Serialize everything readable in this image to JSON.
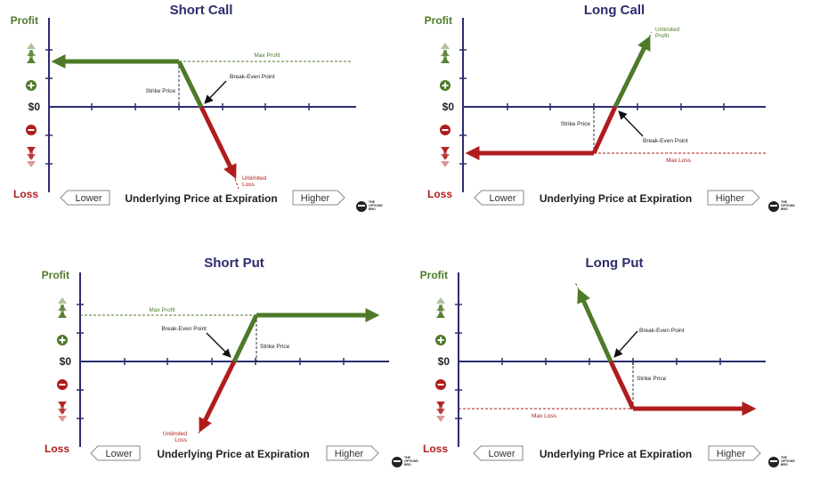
{
  "axis": {
    "profit_label": "Profit",
    "loss_label": "Loss",
    "zero_label": "$0",
    "underlying_label": "Underlying Price at Expiration",
    "lower_label": "Lower",
    "higher_label": "Higher"
  },
  "logo": {
    "line1": "THE",
    "line2": "OPTIONS",
    "line3": "BRO"
  },
  "colors": {
    "profit_green": "#4e7a28",
    "loss_red": "#b01c1c",
    "axis_navy": "#2b2d6e",
    "title_navy": "#2b2d6e"
  },
  "panels": [
    {
      "id": "short-call",
      "title": "Short Call",
      "labels": {
        "max_profit": "Max Profit",
        "strike_price": "Strike Price",
        "break_even": "Break-Even Point",
        "unlimited_loss": [
          "Unlimited",
          "Loss"
        ]
      }
    },
    {
      "id": "long-call",
      "title": "Long Call",
      "labels": {
        "unlimited_profit": [
          "Unlimited",
          "Profit"
        ],
        "strike_price": "Strike Price",
        "break_even": "Break-Even Point",
        "max_loss": "Max Loss"
      }
    },
    {
      "id": "short-put",
      "title": "Short Put",
      "labels": {
        "max_profit": "Max Profit",
        "break_even": "Break-Even Point",
        "strike_price": "Strike Price",
        "unlimited_loss": [
          "Unlimited",
          "Loss"
        ]
      }
    },
    {
      "id": "long-put",
      "title": "Long Put",
      "labels": {
        "break_even": "Break-Even Point",
        "strike_price": "Strike Price",
        "max_loss": "Max Loss"
      }
    }
  ]
}
